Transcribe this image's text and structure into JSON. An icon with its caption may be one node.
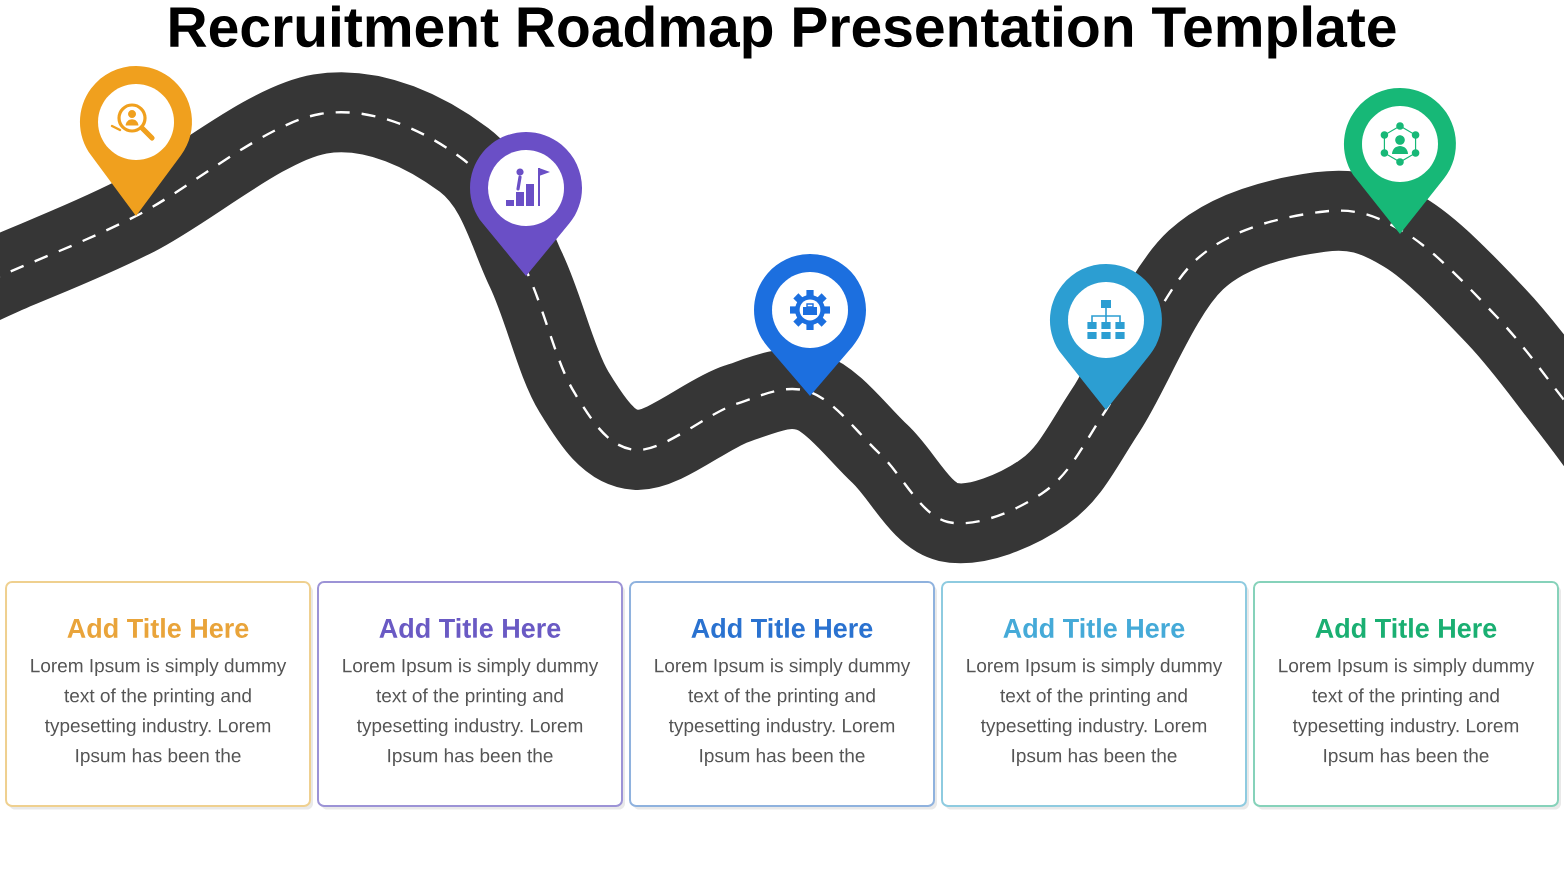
{
  "diagram": {
    "title": "Recruitment Roadmap Presentation Template",
    "nodes": [
      {
        "text": [
          "Add Title Here",
          "Lorem Ipsum is simply dummy text of the printing and typesetting industry. Lorem Ipsum has been the"
        ]
      },
      {
        "text": [
          "Add Title Here",
          "Lorem Ipsum is simply dummy text of the printing and typesetting industry. Lorem Ipsum has been the"
        ]
      },
      {
        "text": [
          "Add Title Here",
          "Lorem Ipsum is simply dummy text of the printing and typesetting industry. Lorem Ipsum has been the"
        ]
      },
      {
        "text": [
          "Add Title Here",
          "Lorem Ipsum is simply dummy text of the printing and typesetting industry. Lorem Ipsum has been the"
        ]
      },
      {
        "text": [
          "Add Title Here",
          "Lorem Ipsum is simply dummy text of the printing and typesetting industry. Lorem Ipsum has been the"
        ]
      }
    ]
  }
}
